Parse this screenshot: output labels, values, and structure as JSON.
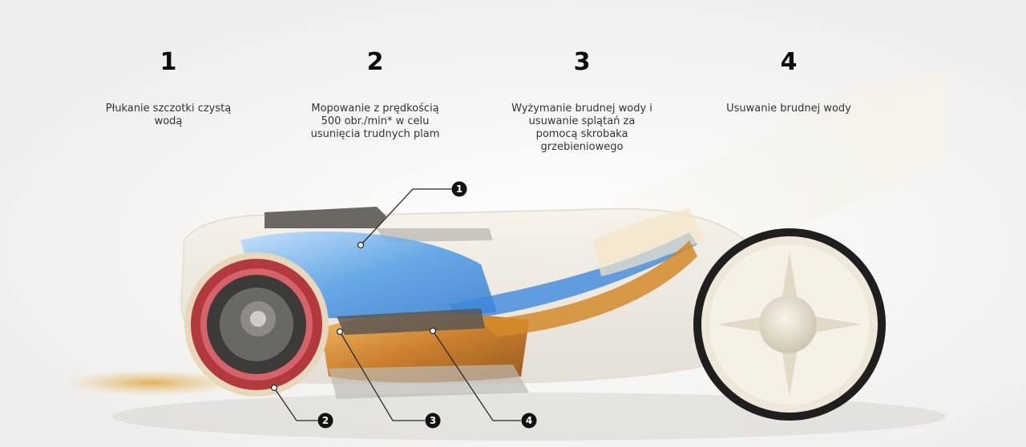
{
  "steps": [
    {
      "number": "1",
      "text": "Płukanie szczotki czystą wodą"
    },
    {
      "number": "2",
      "text": "Mopowanie z prędkością 500 obr./min* w celu usunięcia trudnych plam"
    },
    {
      "number": "3",
      "text": "Wyżymanie brudnej wody i usuwanie splątań za pomocą skrobaka grzebieniowego"
    },
    {
      "number": "4",
      "text": "Usuwanie brudnej wody"
    }
  ],
  "callouts": [
    "1",
    "2",
    "3",
    "4"
  ]
}
